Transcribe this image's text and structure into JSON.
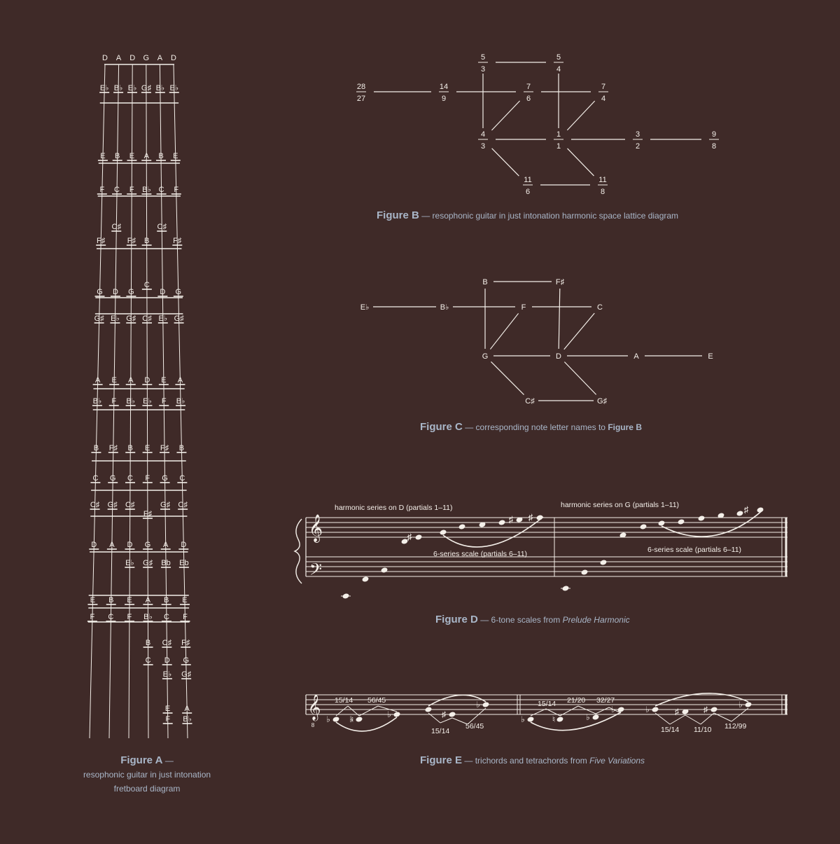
{
  "colors": {
    "background": "#3f2a28",
    "ink": "#f4efe9",
    "caption": "#a9b6c8"
  },
  "figure_a": {
    "open_strings": [
      "D",
      "A",
      "D",
      "G",
      "A",
      "D"
    ],
    "caption_title": "Figure A",
    "caption_dash": "—",
    "caption_line1": "resophonic guitar in just intonation",
    "caption_line2": "fretboard diagram",
    "notes": [
      {
        "s": 0,
        "f": 1,
        "t": "E♭"
      },
      {
        "s": 1,
        "f": 1,
        "t": "B♭"
      },
      {
        "s": 2,
        "f": 1,
        "t": "E♭"
      },
      {
        "s": 3,
        "f": 1,
        "t": "G♯"
      },
      {
        "s": 4,
        "f": 1,
        "t": "B♭"
      },
      {
        "s": 5,
        "f": 1,
        "t": "E♭"
      },
      {
        "s": 0,
        "f": 2,
        "t": "E"
      },
      {
        "s": 1,
        "f": 2,
        "t": "B"
      },
      {
        "s": 2,
        "f": 2,
        "t": "E"
      },
      {
        "s": 3,
        "f": 2,
        "t": "A"
      },
      {
        "s": 4,
        "f": 2,
        "t": "B"
      },
      {
        "s": 5,
        "f": 2,
        "t": "E"
      },
      {
        "s": 0,
        "f": 3,
        "t": "F"
      },
      {
        "s": 1,
        "f": 3,
        "t": "C"
      },
      {
        "s": 2,
        "f": 3,
        "t": "F"
      },
      {
        "s": 3,
        "f": 3,
        "t": "B♭"
      },
      {
        "s": 4,
        "f": 3,
        "t": "C"
      },
      {
        "s": 5,
        "f": 3,
        "t": "F"
      },
      {
        "s": 1,
        "f": 4,
        "t": "C♯"
      },
      {
        "s": 4,
        "f": 4,
        "t": "C♯"
      },
      {
        "s": 0,
        "f": 5,
        "t": "F♯"
      },
      {
        "s": 2,
        "f": 5,
        "t": "F♯"
      },
      {
        "s": 3,
        "f": 5,
        "t": "B"
      },
      {
        "s": 5,
        "f": 5,
        "t": "F♯"
      },
      {
        "s": 3,
        "f": 6,
        "t": "C"
      },
      {
        "s": 0,
        "f": 7,
        "t": "G"
      },
      {
        "s": 1,
        "f": 7,
        "t": "D"
      },
      {
        "s": 2,
        "f": 7,
        "t": "G"
      },
      {
        "s": 4,
        "f": 7,
        "t": "D"
      },
      {
        "s": 5,
        "f": 7,
        "t": "G"
      },
      {
        "s": 0,
        "f": 8,
        "t": "G♯"
      },
      {
        "s": 1,
        "f": 8,
        "t": "E♭"
      },
      {
        "s": 2,
        "f": 8,
        "t": "G♯"
      },
      {
        "s": 3,
        "f": 8,
        "t": "C♯"
      },
      {
        "s": 4,
        "f": 8,
        "t": "E♭"
      },
      {
        "s": 5,
        "f": 8,
        "t": "G♯"
      },
      {
        "s": 0,
        "f": 9,
        "t": "A"
      },
      {
        "s": 1,
        "f": 9,
        "t": "E"
      },
      {
        "s": 2,
        "f": 9,
        "t": "A"
      },
      {
        "s": 3,
        "f": 9,
        "t": "D"
      },
      {
        "s": 4,
        "f": 9,
        "t": "E"
      },
      {
        "s": 5,
        "f": 9,
        "t": "A"
      },
      {
        "s": 0,
        "f": 10,
        "t": "B♭"
      },
      {
        "s": 1,
        "f": 10,
        "t": "F"
      },
      {
        "s": 2,
        "f": 10,
        "t": "B♭"
      },
      {
        "s": 3,
        "f": 10,
        "t": "E♭"
      },
      {
        "s": 4,
        "f": 10,
        "t": "F"
      },
      {
        "s": 5,
        "f": 10,
        "t": "B♭"
      },
      {
        "s": 0,
        "f": 11,
        "t": "B"
      },
      {
        "s": 1,
        "f": 11,
        "t": "F♯"
      },
      {
        "s": 2,
        "f": 11,
        "t": "B"
      },
      {
        "s": 3,
        "f": 11,
        "t": "E"
      },
      {
        "s": 4,
        "f": 11,
        "t": "F♯"
      },
      {
        "s": 5,
        "f": 11,
        "t": "B"
      },
      {
        "s": 0,
        "f": 12,
        "t": "C"
      },
      {
        "s": 1,
        "f": 12,
        "t": "G"
      },
      {
        "s": 2,
        "f": 12,
        "t": "C"
      },
      {
        "s": 3,
        "f": 12,
        "t": "F"
      },
      {
        "s": 4,
        "f": 12,
        "t": "G"
      },
      {
        "s": 5,
        "f": 12,
        "t": "C"
      },
      {
        "s": 0,
        "f": 13,
        "t": "C♯"
      },
      {
        "s": 1,
        "f": 13,
        "t": "G♯"
      },
      {
        "s": 2,
        "f": 13,
        "t": "C♯"
      },
      {
        "s": 4,
        "f": 13,
        "t": "G♯"
      },
      {
        "s": 5,
        "f": 13,
        "t": "C♯"
      },
      {
        "s": 3,
        "f": 14,
        "t": "F♯"
      },
      {
        "s": 0,
        "f": 15,
        "t": "D"
      },
      {
        "s": 1,
        "f": 15,
        "t": "A"
      },
      {
        "s": 2,
        "f": 15,
        "t": "D"
      },
      {
        "s": 3,
        "f": 15,
        "t": "G"
      },
      {
        "s": 4,
        "f": 15,
        "t": "A"
      },
      {
        "s": 5,
        "f": 15,
        "t": "D"
      },
      {
        "s": 2,
        "f": 16,
        "t": "E♭"
      },
      {
        "s": 3,
        "f": 16,
        "t": "G♯"
      },
      {
        "s": 4,
        "f": 16,
        "t": "Bb"
      },
      {
        "s": 5,
        "f": 16,
        "t": "Eb"
      },
      {
        "s": 0,
        "f": 17,
        "t": "E"
      },
      {
        "s": 1,
        "f": 17,
        "t": "B"
      },
      {
        "s": 2,
        "f": 17,
        "t": "E"
      },
      {
        "s": 3,
        "f": 17,
        "t": "A"
      },
      {
        "s": 4,
        "f": 17,
        "t": "B"
      },
      {
        "s": 5,
        "f": 17,
        "t": "E"
      },
      {
        "s": 0,
        "f": 18,
        "t": "F"
      },
      {
        "s": 1,
        "f": 18,
        "t": "C"
      },
      {
        "s": 2,
        "f": 18,
        "t": "F"
      },
      {
        "s": 3,
        "f": 18,
        "t": "B♭"
      },
      {
        "s": 4,
        "f": 18,
        "t": "C"
      },
      {
        "s": 5,
        "f": 18,
        "t": "F"
      },
      {
        "s": 3,
        "f": 19,
        "t": "B"
      },
      {
        "s": 4,
        "f": 19,
        "t": "C♯"
      },
      {
        "s": 5,
        "f": 19,
        "t": "F♯"
      },
      {
        "s": 3,
        "f": 20,
        "t": "C"
      },
      {
        "s": 4,
        "f": 20,
        "t": "D"
      },
      {
        "s": 5,
        "f": 20,
        "t": "G"
      },
      {
        "s": 4,
        "f": 21,
        "t": "E♭"
      },
      {
        "s": 5,
        "f": 21,
        "t": "G♯"
      },
      {
        "s": 4,
        "f": 22,
        "t": "E"
      },
      {
        "s": 5,
        "f": 22,
        "t": "A"
      },
      {
        "s": 4,
        "f": 23,
        "t": "F"
      },
      {
        "s": 5,
        "f": 23,
        "t": "B♭"
      }
    ]
  },
  "figure_b": {
    "caption_title": "Figure B",
    "caption_rest": "— resophonic guitar in just intonation harmonic space lattice diagram",
    "nodes": [
      {
        "id": "r5_3",
        "n": "5",
        "d": "3"
      },
      {
        "id": "r5_4",
        "n": "5",
        "d": "4"
      },
      {
        "id": "r28_27",
        "n": "28",
        "d": "27"
      },
      {
        "id": "r14_9",
        "n": "14",
        "d": "9"
      },
      {
        "id": "r7_6",
        "n": "7",
        "d": "6"
      },
      {
        "id": "r7_4",
        "n": "7",
        "d": "4"
      },
      {
        "id": "r4_3",
        "n": "4",
        "d": "3"
      },
      {
        "id": "r1_1",
        "n": "1",
        "d": "1"
      },
      {
        "id": "r3_2",
        "n": "3",
        "d": "2"
      },
      {
        "id": "r9_8",
        "n": "9",
        "d": "8"
      },
      {
        "id": "r11_6",
        "n": "11",
        "d": "6"
      },
      {
        "id": "r11_8",
        "n": "11",
        "d": "8"
      }
    ]
  },
  "figure_c": {
    "caption_title": "Figure C",
    "caption_rest": "— corresponding note letter names to",
    "caption_ref": "Figure B",
    "nodes": [
      {
        "id": "B",
        "t": "B"
      },
      {
        "id": "Fs",
        "t": "F♯"
      },
      {
        "id": "Eb",
        "t": "E♭"
      },
      {
        "id": "Bb",
        "t": "B♭"
      },
      {
        "id": "F",
        "t": "F"
      },
      {
        "id": "C",
        "t": "C"
      },
      {
        "id": "G",
        "t": "G"
      },
      {
        "id": "D",
        "t": "D"
      },
      {
        "id": "A",
        "t": "A"
      },
      {
        "id": "E",
        "t": "E"
      },
      {
        "id": "Cs",
        "t": "C♯"
      },
      {
        "id": "Gs",
        "t": "G♯"
      }
    ]
  },
  "figure_d": {
    "label1": "harmonic series on D (partials 1–11)",
    "label2": "harmonic series on G (partials 1–11)",
    "scale_label1": "6-series scale (partials 6–11)",
    "scale_label2": "6-series scale (partials 6–11)",
    "caption_title": "Figure D",
    "caption_rest": "— 6-tone scales from",
    "caption_work": "Prelude Harmonic"
  },
  "figure_e": {
    "labels_above1": [
      "15/14",
      "56/45"
    ],
    "labels_below1": [
      "15/14",
      "56/45"
    ],
    "labels_above2": [
      "15/14",
      "21/20",
      "32/27"
    ],
    "labels_below2": [
      "15/14",
      "11/10",
      "112/99"
    ],
    "caption_title": "Figure E",
    "caption_rest": "— trichords and tetrachords from",
    "caption_work": "Five Variations"
  }
}
